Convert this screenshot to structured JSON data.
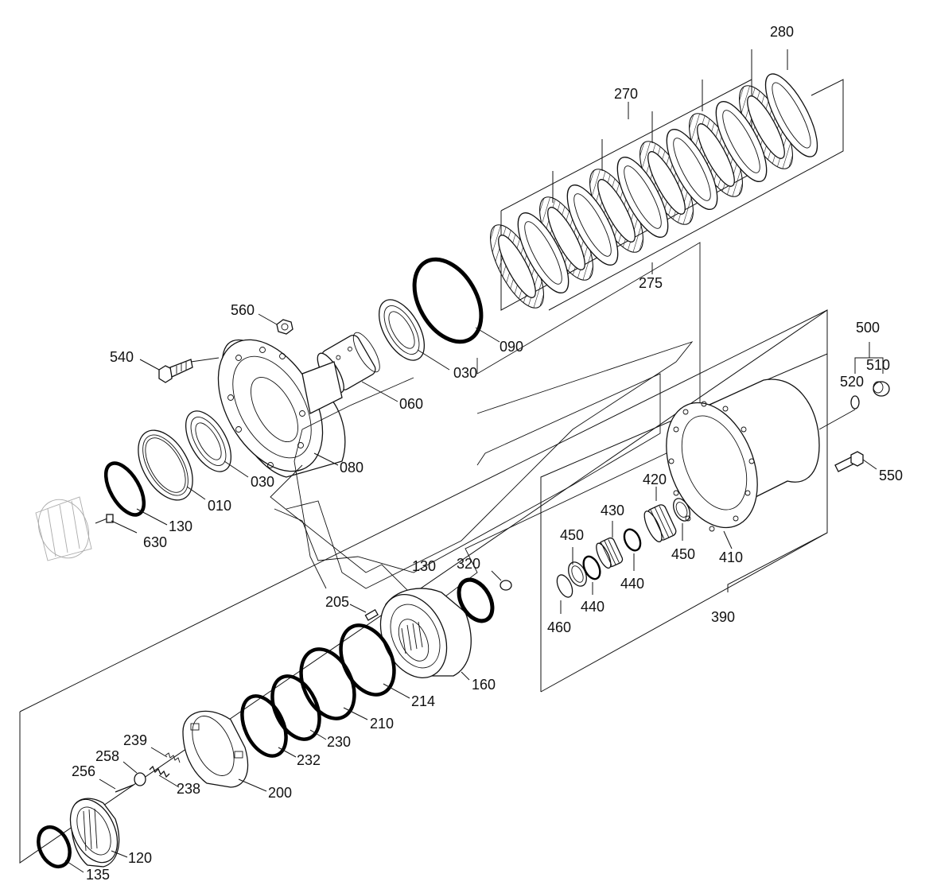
{
  "labels": {
    "l280": "280",
    "l270": "270",
    "l275": "275",
    "l090": "090",
    "l030a": "030",
    "l560": "560",
    "l540": "540",
    "l060": "060",
    "l080": "080",
    "l030b": "030",
    "l010": "010",
    "l130a": "130",
    "l630": "630",
    "l500": "500",
    "l520": "520",
    "l510": "510",
    "l550": "550",
    "l420": "420",
    "l430": "430",
    "l450a": "450",
    "l450b": "450",
    "l410": "410",
    "l440a": "440",
    "l440b": "440",
    "l130b": "130",
    "l320": "320",
    "l460": "460",
    "l390": "390",
    "l205": "205",
    "l160": "160",
    "l214": "214",
    "l210": "210",
    "l230": "230",
    "l232": "232",
    "l239": "239",
    "l258": "258",
    "l256": "256",
    "l238": "238",
    "l200": "200",
    "l120": "120",
    "l135": "135"
  },
  "colors": {
    "line": "#111111",
    "background": "#ffffff"
  }
}
